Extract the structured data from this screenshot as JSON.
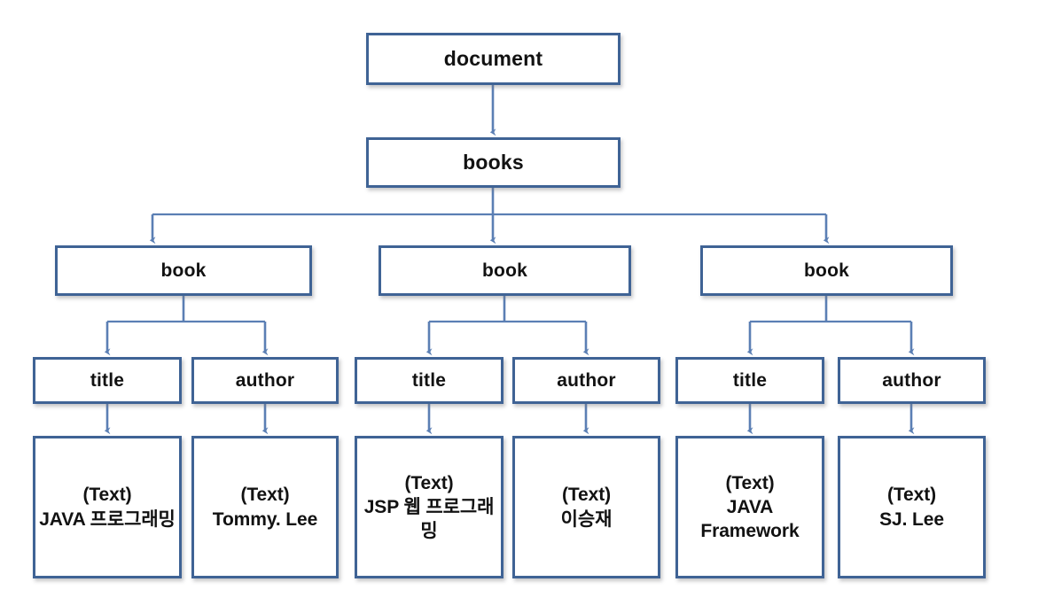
{
  "diagram": {
    "title": "XML DOM tree for document/books/book",
    "colors": {
      "node_border": "#3f6395",
      "node_fill": "#ffffff",
      "connector": "#5b7fb4",
      "text": "#121212",
      "background": "#ffffff"
    },
    "root": {
      "label": "document"
    },
    "books": {
      "label": "books"
    },
    "book_nodes": [
      {
        "label": "book"
      },
      {
        "label": "book"
      },
      {
        "label": "book"
      }
    ],
    "field_nodes": [
      {
        "label": "title"
      },
      {
        "label": "author"
      },
      {
        "label": "title"
      },
      {
        "label": "author"
      },
      {
        "label": "title"
      },
      {
        "label": "author"
      }
    ],
    "text_nodes": [
      {
        "label": "(Text)\nJAVA 프로그래밍"
      },
      {
        "label": "(Text)\nTommy. Lee"
      },
      {
        "label": "(Text)\nJSP 웹 프로그래밍"
      },
      {
        "label": "(Text)\n이승재"
      },
      {
        "label": "(Text)\nJAVA Framework"
      },
      {
        "label": "(Text)\nSJ. Lee"
      }
    ]
  }
}
